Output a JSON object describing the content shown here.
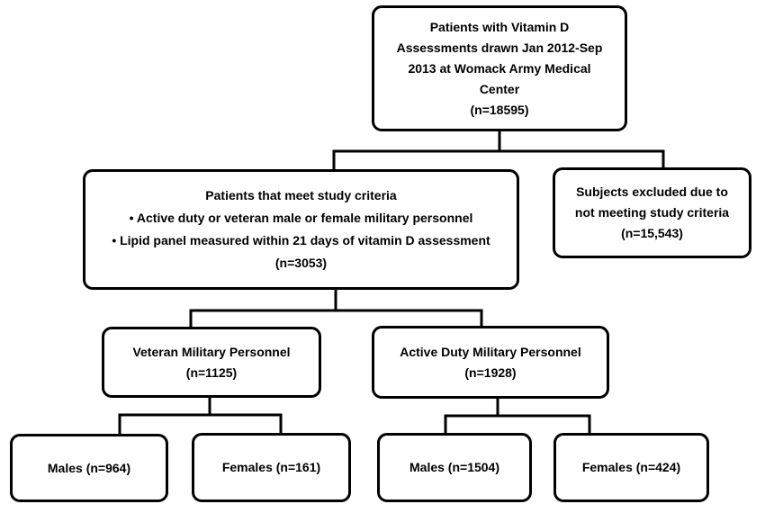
{
  "colors": {
    "line": "#000000",
    "text": "#000000",
    "background": "#ffffff"
  },
  "boxes": {
    "source": {
      "lines": [
        "Patients with Vitamin D",
        "Assessments drawn Jan 2012-Sep",
        "2013 at Womack Army Medical",
        "Center",
        "(n=18595)"
      ]
    },
    "criteria": {
      "lines": [
        "Patients that meet study criteria",
        "• Active duty or veteran male or female military personnel",
        "• Lipid panel measured within 21 days of vitamin D assessment",
        "(n=3053)"
      ]
    },
    "excluded": {
      "lines": [
        "Subjects excluded due to",
        "not meeting study criteria",
        "(n=15,543)"
      ]
    },
    "veteran": {
      "lines": [
        "Veteran Military Personnel",
        "(n=1125)"
      ]
    },
    "active_duty": {
      "lines": [
        "Active Duty Military Personnel",
        "(n=1928)"
      ]
    },
    "veteran_males": {
      "lines": [
        "Males (n=964)"
      ]
    },
    "veteran_females": {
      "lines": [
        "Females (n=161)"
      ]
    },
    "active_males": {
      "lines": [
        "Males (n=1504)"
      ]
    },
    "active_females": {
      "lines": [
        "Females (n=424)"
      ]
    }
  }
}
